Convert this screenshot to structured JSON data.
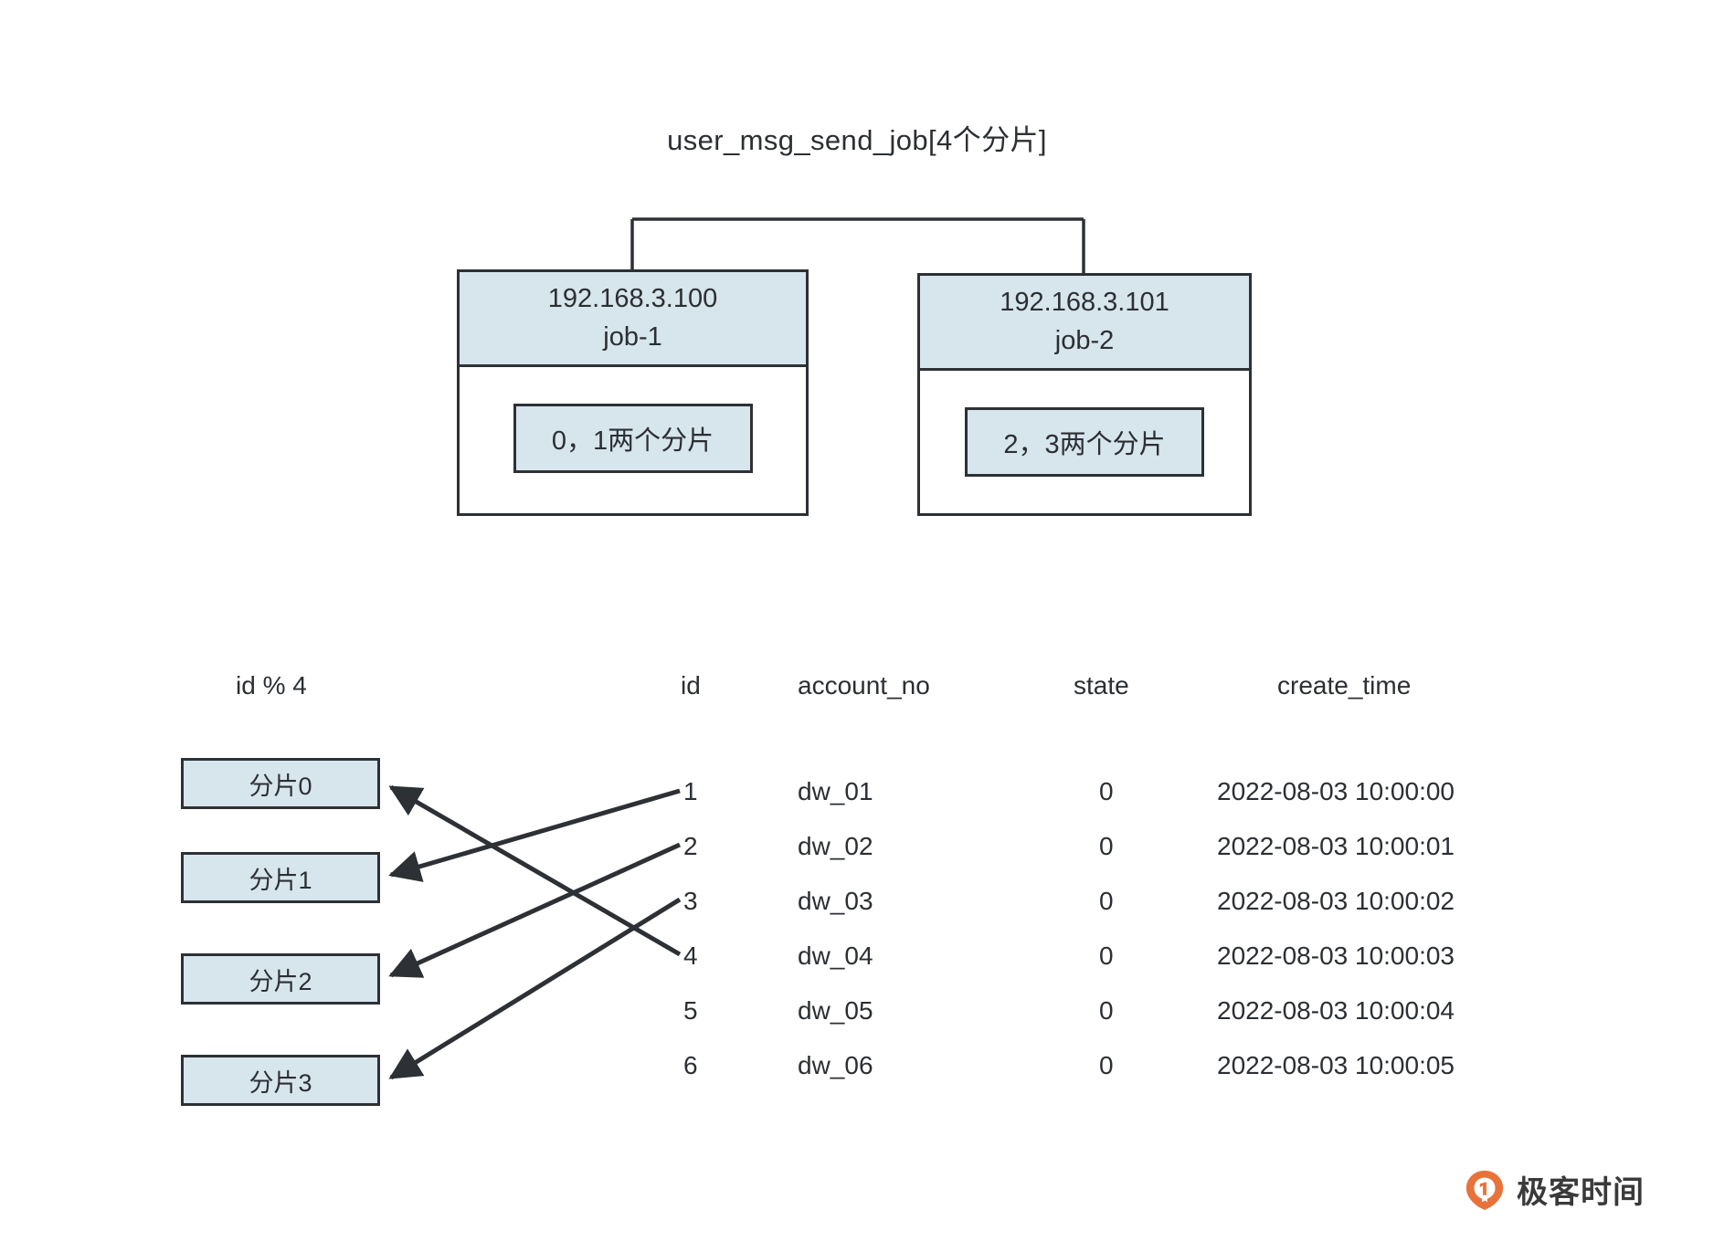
{
  "title": "user_msg_send_job[4个分片]",
  "jobs": [
    {
      "ip": "192.168.3.100",
      "name": "job-1",
      "shards_label": "0，1两个分片"
    },
    {
      "ip": "192.168.3.101",
      "name": "job-2",
      "shards_label": "2，3两个分片"
    }
  ],
  "table": {
    "mod_header": "id % 4",
    "headers": [
      "id",
      "account_no",
      "state",
      "create_time"
    ],
    "rows": [
      {
        "id": "1",
        "account_no": "dw_01",
        "state": "0",
        "create_time": "2022-08-03 10:00:00"
      },
      {
        "id": "2",
        "account_no": "dw_02",
        "state": "0",
        "create_time": "2022-08-03 10:00:01"
      },
      {
        "id": "3",
        "account_no": "dw_03",
        "state": "0",
        "create_time": "2022-08-03 10:00:02"
      },
      {
        "id": "4",
        "account_no": "dw_04",
        "state": "0",
        "create_time": "2022-08-03 10:00:03"
      },
      {
        "id": "5",
        "account_no": "dw_05",
        "state": "0",
        "create_time": "2022-08-03 10:00:04"
      },
      {
        "id": "6",
        "account_no": "dw_06",
        "state": "0",
        "create_time": "2022-08-03 10:00:05"
      }
    ]
  },
  "shards": [
    {
      "label": "分片0"
    },
    {
      "label": "分片1"
    },
    {
      "label": "分片2"
    },
    {
      "label": "分片3"
    }
  ],
  "mappings": [
    {
      "from_id": "1",
      "to_shard": "分片1"
    },
    {
      "from_id": "2",
      "to_shard": "分片2"
    },
    {
      "from_id": "3",
      "to_shard": "分片3"
    },
    {
      "from_id": "4",
      "to_shard": "分片0"
    }
  ],
  "logo": {
    "text": "极客时间",
    "mark_color": "#E8733A"
  },
  "colors": {
    "box_fill": "#d7e5ed",
    "stroke": "#2d3135",
    "text": "#2b2f33",
    "background": "#ffffff"
  }
}
